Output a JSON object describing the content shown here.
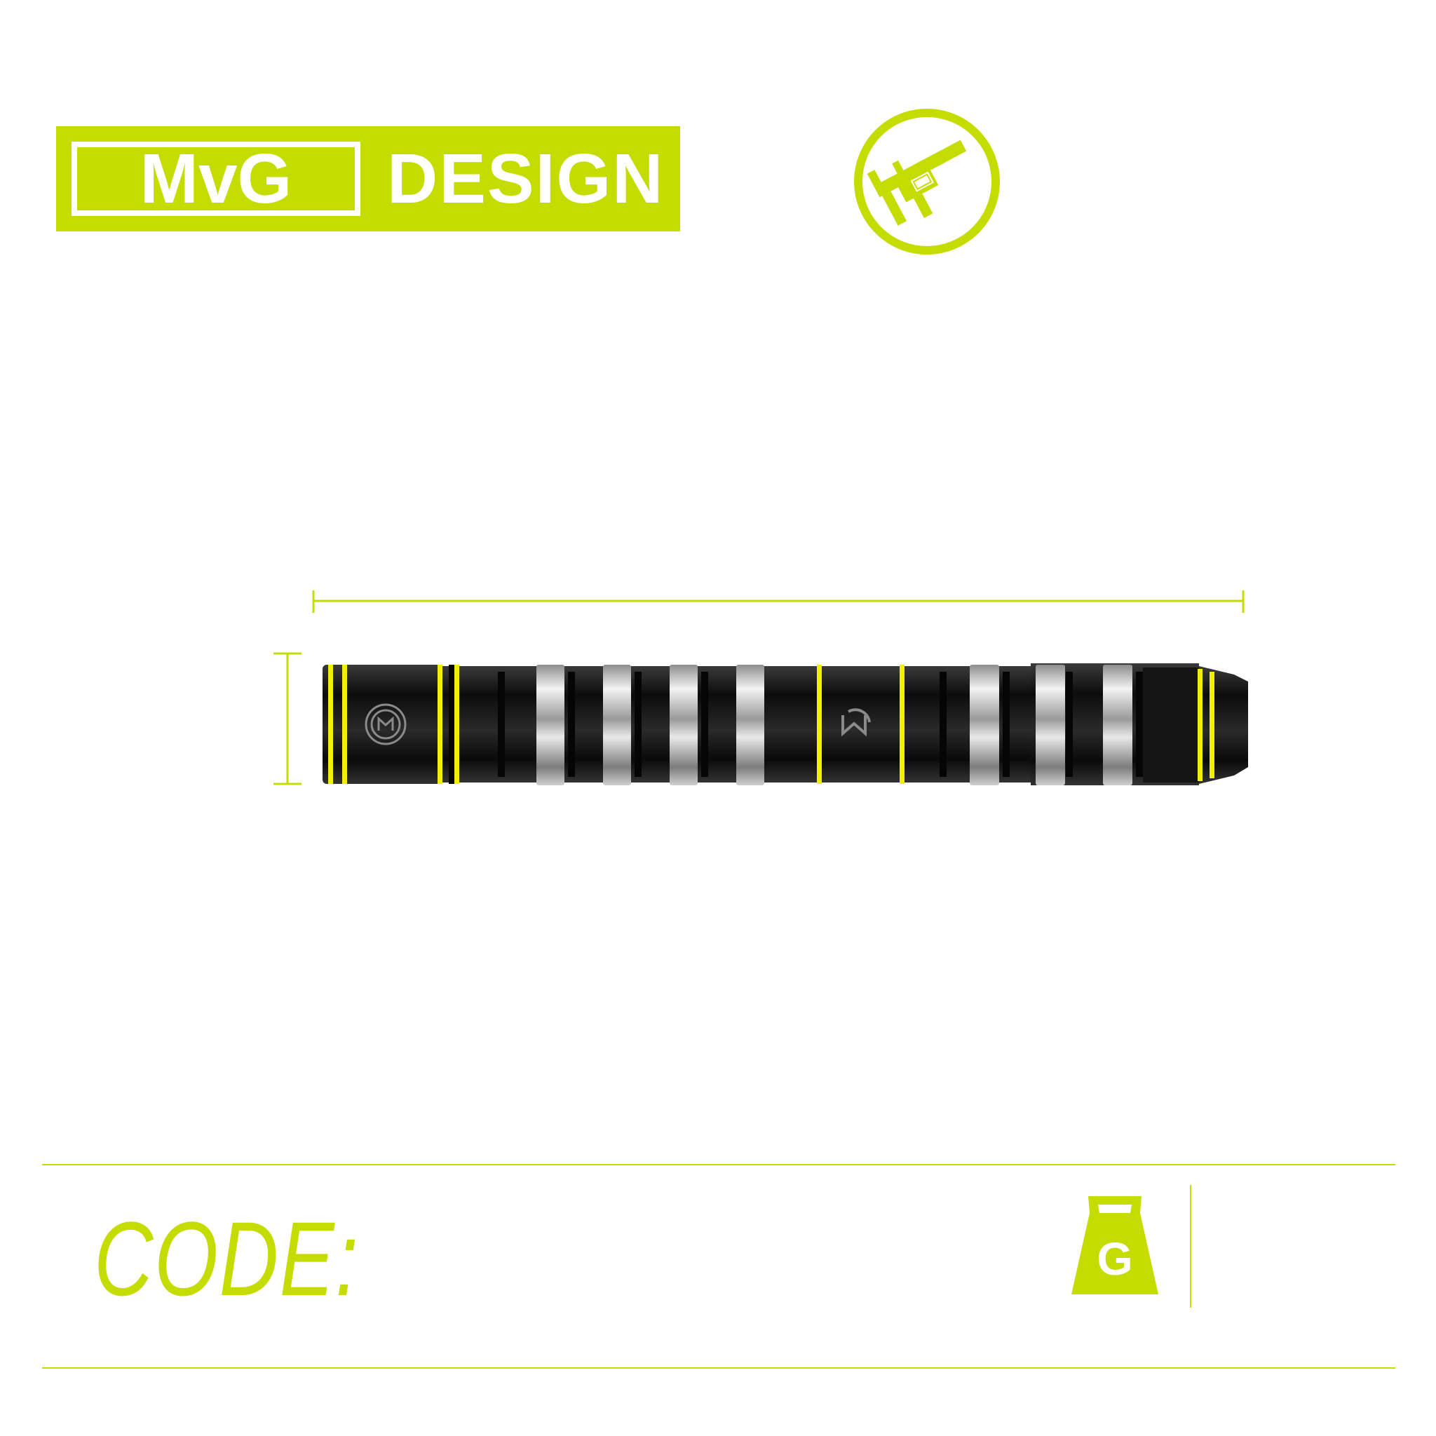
{
  "brand": {
    "logo_text_boxed": "MvG",
    "logo_text": "DESIGN",
    "color": "#c5dc00"
  },
  "icons": {
    "measure": "caliper-icon",
    "weight": "weight-icon"
  },
  "product": {
    "image": "dart-barrel",
    "colors": {
      "body": "#111111",
      "accent": "#f0f000",
      "rings": "#c8c8c8"
    }
  },
  "info": {
    "code_label": "CODE:",
    "code_value": "",
    "weight_symbol": "G",
    "weight_value": ""
  }
}
